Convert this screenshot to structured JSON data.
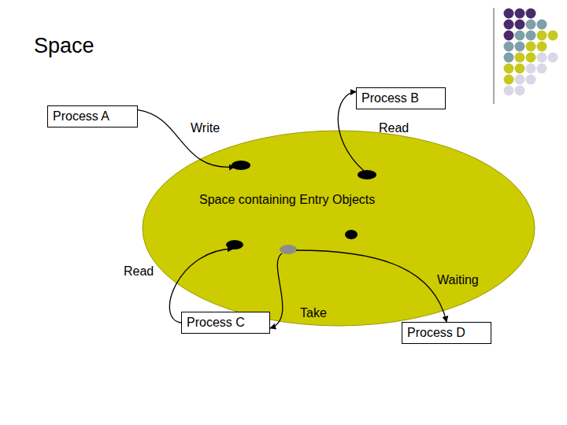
{
  "diagram": {
    "title": "Space",
    "nodes": [
      {
        "text": [
          "Process A"
        ]
      },
      {
        "text": [
          "Process B"
        ]
      },
      {
        "text": [
          "Space containing Entry Objects"
        ]
      },
      {
        "text": [
          "Process C"
        ]
      },
      {
        "text": [
          "Process D"
        ]
      }
    ],
    "edges": [
      {
        "from": 0,
        "to": 2,
        "arrow": "to",
        "label": "Write"
      },
      {
        "from": 2,
        "to": 1,
        "arrow": "to",
        "label": "Read"
      },
      {
        "from": 3,
        "to": 2,
        "arrow": "to",
        "label": "Read"
      },
      {
        "from": 2,
        "to": 3,
        "arrow": "to",
        "label": "Take"
      },
      {
        "from": 2,
        "to": 4,
        "arrow": "to",
        "label": "Waiting"
      }
    ]
  }
}
